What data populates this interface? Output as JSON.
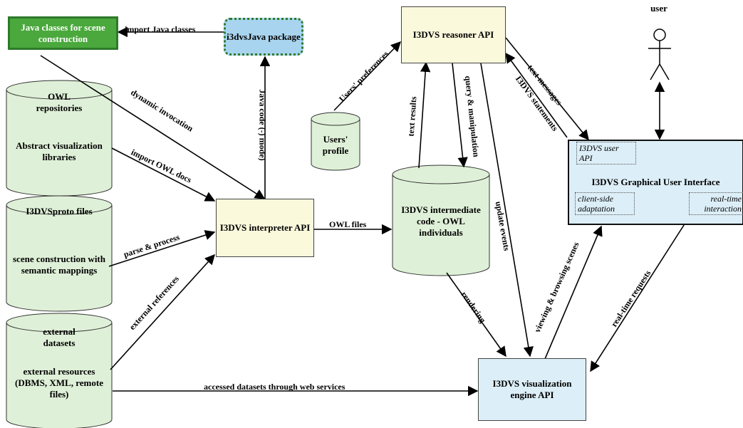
{
  "nodes": {
    "java_classes": "Java classes for scene construction",
    "i3dvsjava_package": "i3dvsJava package",
    "reasoner_api": "I3DVS reasoner API",
    "owl_repositories_title": "OWL repositories",
    "owl_repositories_body": "Abstract visualization libraries",
    "users_profile": "Users' profile",
    "proto_title": "I3DVSproto files",
    "proto_body": "scene construction with semantic mappings",
    "interpreter_api": "I3DVS interpreter API",
    "intermediate_code": "I3DVS intermediate code - OWL individuals",
    "external_title": "external datasets",
    "external_body": "external resources (DBMS, XML, remote files)",
    "visualization_engine": "I3DVS visualization engine API",
    "user": "user"
  },
  "gui": {
    "title": "I3DVS Graphical User Interface",
    "user_api": "I3DVS user API",
    "client_side": "client-side adaptation",
    "real_time": "real-time interaction"
  },
  "edges": {
    "import_java_classes": "import Java classes",
    "java_code": "Java code (-) mode)",
    "dynamic_invocation": "dynamic invocation",
    "import_owl_docs": "import OWL docs",
    "parse_process": "parse & process",
    "external_references": "external references",
    "owl_files": "OWL files",
    "users_preferences": "Users' preferences",
    "text_results": "text results",
    "query_manipulation": "query & manipulation",
    "update_events": "update events",
    "rendering": "rendering",
    "text_messages": "text messages",
    "i3dvs_statements": "I3DVS statements",
    "viewing_browsing": "viewing & browsing scenes",
    "real_time_requests": "real-time requests",
    "accessed_datasets": "accessed datasets through web services"
  }
}
